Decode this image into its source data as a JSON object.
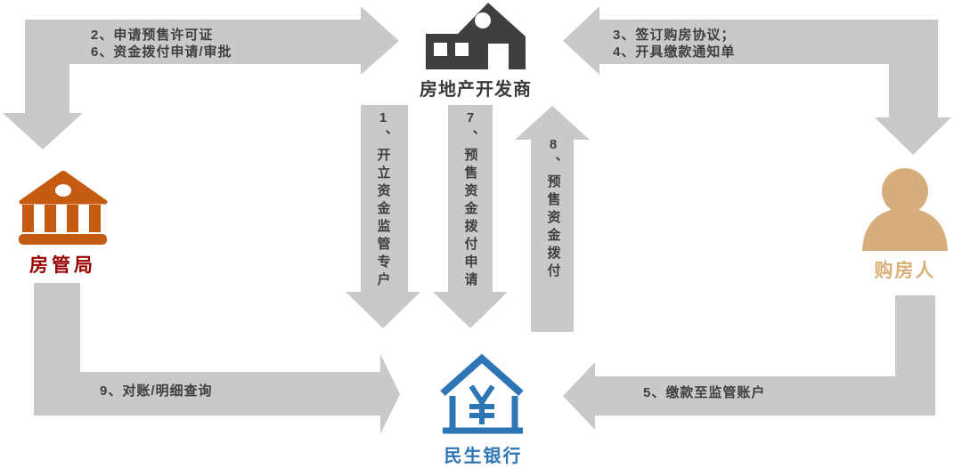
{
  "diagram": {
    "background": "#ffffff",
    "arrow_color": "#c9c9c9",
    "arrow_text_color": "#3f3f3f"
  },
  "entities": {
    "developer": {
      "label": "房地产开发商",
      "icon": "house-building-icon",
      "icon_color": "#3f3f3f",
      "label_color": "#3a3a3a"
    },
    "housing_authority": {
      "label": "房管局",
      "icon": "government-bank-icon",
      "icon_color": "#c55a11",
      "label_color": "#990000"
    },
    "buyer": {
      "label": "购房人",
      "icon": "person-icon",
      "icon_color": "#d6ae7b",
      "label_color": "#d8b079"
    },
    "bank": {
      "label": "民生银行",
      "icon": "house-yuan-icon",
      "icon_color": "#2e75b6",
      "label_color": "#2e75b6"
    }
  },
  "flows": {
    "authority_developer": {
      "from": "房管局",
      "to": "房地产开发商",
      "bidirectional": true,
      "lines": [
        "2、申请预售许可证",
        "6、资金拨付申请/审批"
      ]
    },
    "buyer_developer": {
      "from": "购房人",
      "to": "房地产开发商",
      "bidirectional": true,
      "lines": [
        "3、签订购房协议；",
        "4、开具缴款通知单"
      ]
    },
    "developer_bank_open_account": {
      "from": "房地产开发商",
      "to": "民生银行",
      "label": "1、开立资金监管专户"
    },
    "developer_bank_payment_request": {
      "from": "房地产开发商",
      "to": "民生银行",
      "label": "7、预售资金拨付申请"
    },
    "bank_developer_payment": {
      "from": "民生银行",
      "to": "房地产开发商",
      "label": "8、预售资金拨付"
    },
    "authority_bank_reconciliation": {
      "from": "房管局",
      "to": "民生银行",
      "label": "9、对账/明细查询"
    },
    "buyer_bank_deposit": {
      "from": "购房人",
      "to": "民生银行",
      "label": "5、缴款至监管账户"
    }
  }
}
